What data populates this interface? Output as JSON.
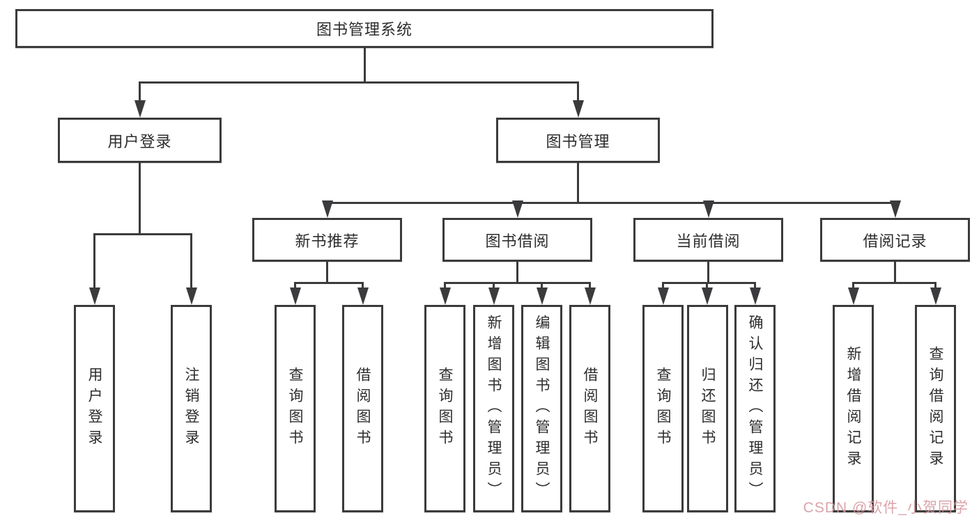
{
  "diagram_title": "图书管理系统",
  "nodes": {
    "root": "图书管理系统",
    "userLogin": "用户登录",
    "bookMgmt": "图书管理",
    "newBookRec": "新书推荐",
    "bookBorrow": "图书借阅",
    "currentBorrow": "当前借阅",
    "borrowRecord": "借阅记录",
    "leaves": {
      "userLogin": [
        "用户登录",
        "注销登录"
      ],
      "newBookRec": [
        "查询图书",
        "借阅图书"
      ],
      "bookBorrow": [
        "查询图书",
        "新增图书（管理员）",
        "编辑图书（管理员）",
        "借阅图书"
      ],
      "currentBorrow": [
        "查询图书",
        "归还图书",
        "确认归还（管理员）"
      ],
      "borrowRecord": [
        "新增借阅记录",
        "查询借阅记录"
      ]
    }
  },
  "watermark": {
    "text": "CSDN @软件_小贺同学",
    "color": "#d79ba1"
  },
  "line_color": "#3b3b3d"
}
